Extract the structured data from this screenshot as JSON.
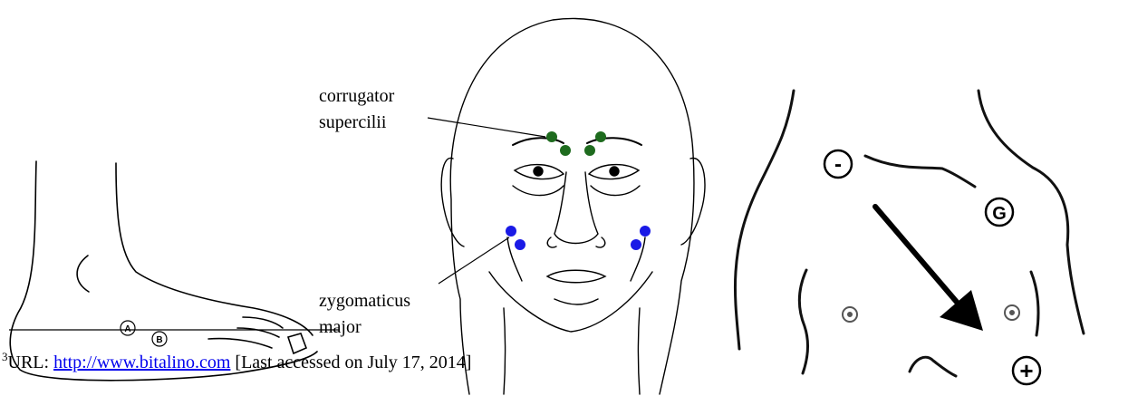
{
  "face_labels": {
    "corrugator_line1": "corrugator",
    "corrugator_line2": "supercilii",
    "zygomaticus_line1": "zygomaticus",
    "zygomaticus_line2": "major"
  },
  "foot_markers": {
    "a": "A",
    "b": "B"
  },
  "chest_electrodes": {
    "negative": "-",
    "ground": "G",
    "positive": "+"
  },
  "footnote": {
    "number": "3",
    "prefix": "URL: ",
    "link_text": "http://www.bitalino.com",
    "suffix": " [Last accessed on July 17, 2014]"
  },
  "colors": {
    "corrugator_electrodes": "#1e6b1e",
    "zygomaticus_electrodes": "#1a1ae6",
    "link": "#0000ee"
  }
}
